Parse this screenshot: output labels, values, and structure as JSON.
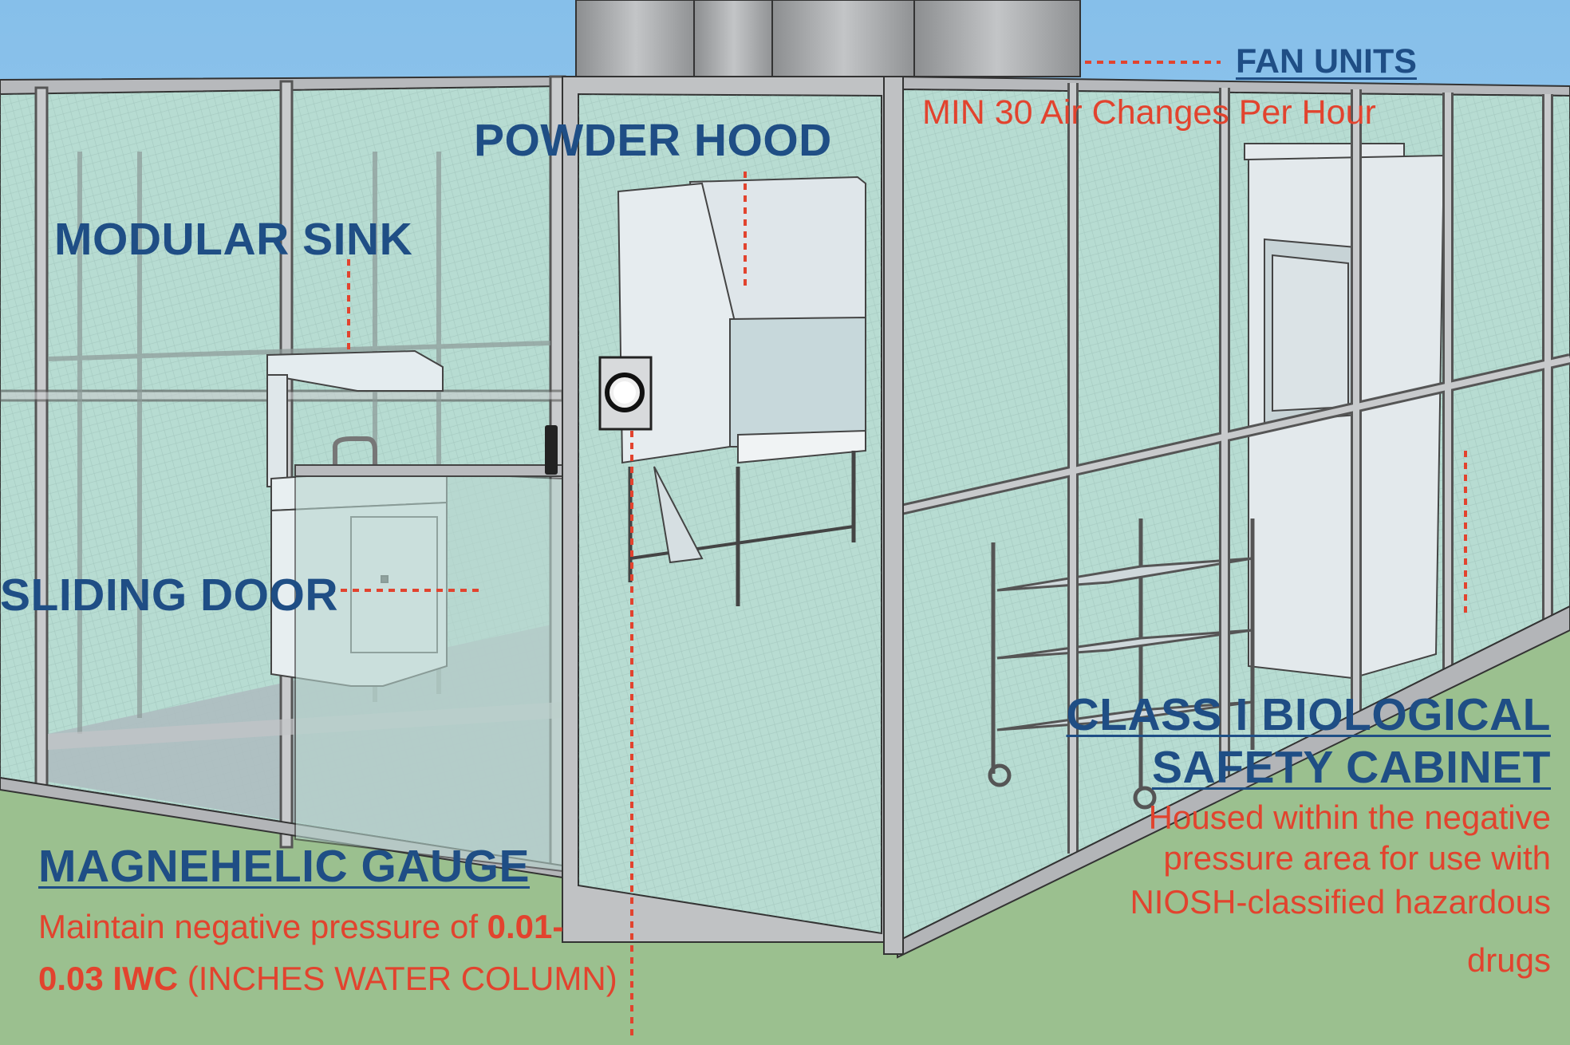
{
  "labels": {
    "fan_units": "FAN UNITS",
    "air_changes": "MIN 30 Air Changes Per Hour",
    "powder_hood": "POWDER HOOD",
    "modular_sink": "MODULAR SINK",
    "sliding_door": "SLIDING DOOR",
    "class_i_line1": "CLASS I BIOLOGICAL",
    "class_i_line2": "SAFETY CABINET",
    "class_i_desc_1": "Housed within the negative",
    "class_i_desc_2": "pressure area for use with",
    "class_i_desc_3": "NIOSH-classified hazardous",
    "class_i_desc_4": "drugs",
    "gauge": "MAGNEHELIC GAUGE",
    "gauge_desc_prefix": "Maintain negative pressure of ",
    "gauge_desc_value_1": "0.01-",
    "gauge_desc_value_2": "0.03 IWC",
    "gauge_desc_suffix": " (INCHES WATER COLUMN)"
  },
  "colors": {
    "label_blue": "#1f4e85",
    "annotation_red": "#e2432e",
    "sky": "#8fc3ea",
    "ground": "#9bc08f",
    "glass": "#b9ddd3",
    "frame": "#a9abae"
  }
}
